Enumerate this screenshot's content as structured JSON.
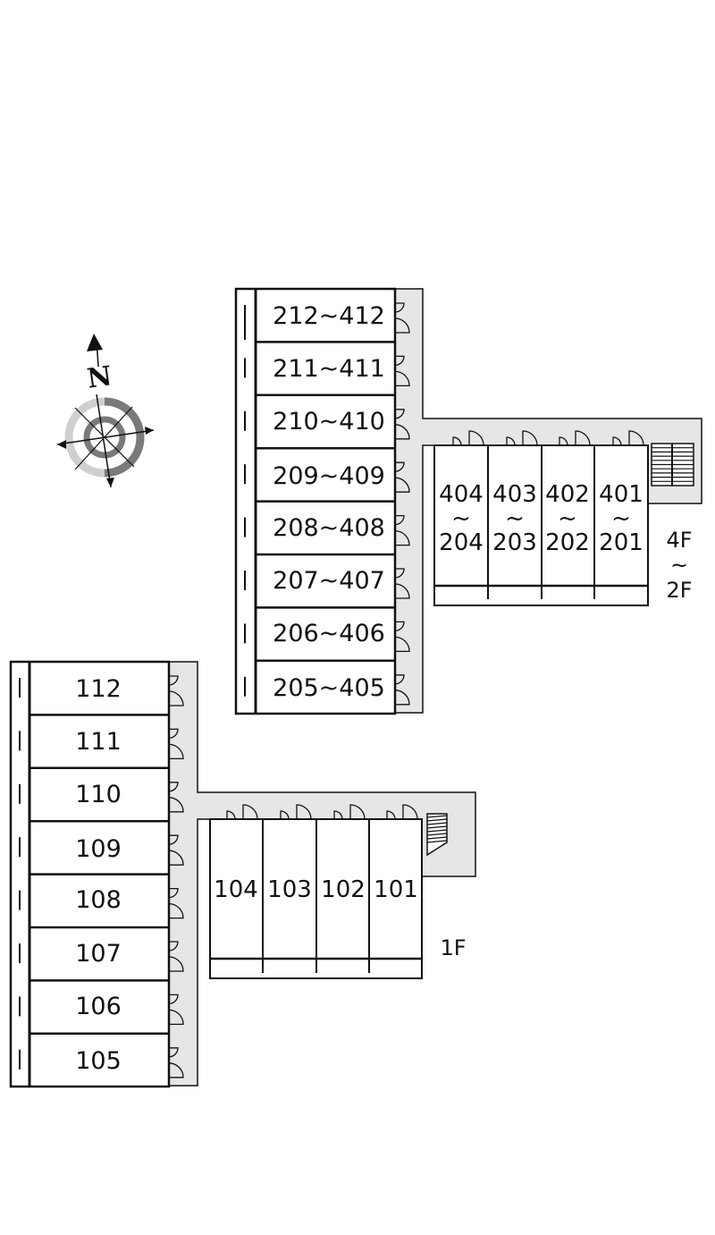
{
  "upper_floors": {
    "west_wing_units": [
      "212~412",
      "211~411",
      "210~410",
      "209~409",
      "208~408",
      "207~407",
      "206~406",
      "205~405"
    ],
    "east_wing_units": [
      {
        "top": "404",
        "tilde": "~",
        "bottom": "204"
      },
      {
        "top": "403",
        "tilde": "~",
        "bottom": "203"
      },
      {
        "top": "402",
        "tilde": "~",
        "bottom": "202"
      },
      {
        "top": "401",
        "tilde": "~",
        "bottom": "201"
      }
    ],
    "floor_range": {
      "top": "4F",
      "tilde": "~",
      "bottom": "2F"
    }
  },
  "ground_floor": {
    "west_wing_units": [
      "112",
      "111",
      "110",
      "109",
      "108",
      "107",
      "106",
      "105"
    ],
    "east_wing_units": [
      "104",
      "103",
      "102",
      "101"
    ],
    "floor_label": "1F"
  },
  "compass": {
    "north_letter": "N",
    "icon": "compass-rose-icon"
  },
  "colors": {
    "corridor": "#e6e6e6",
    "wall": "#111111",
    "background": "#ffffff"
  }
}
